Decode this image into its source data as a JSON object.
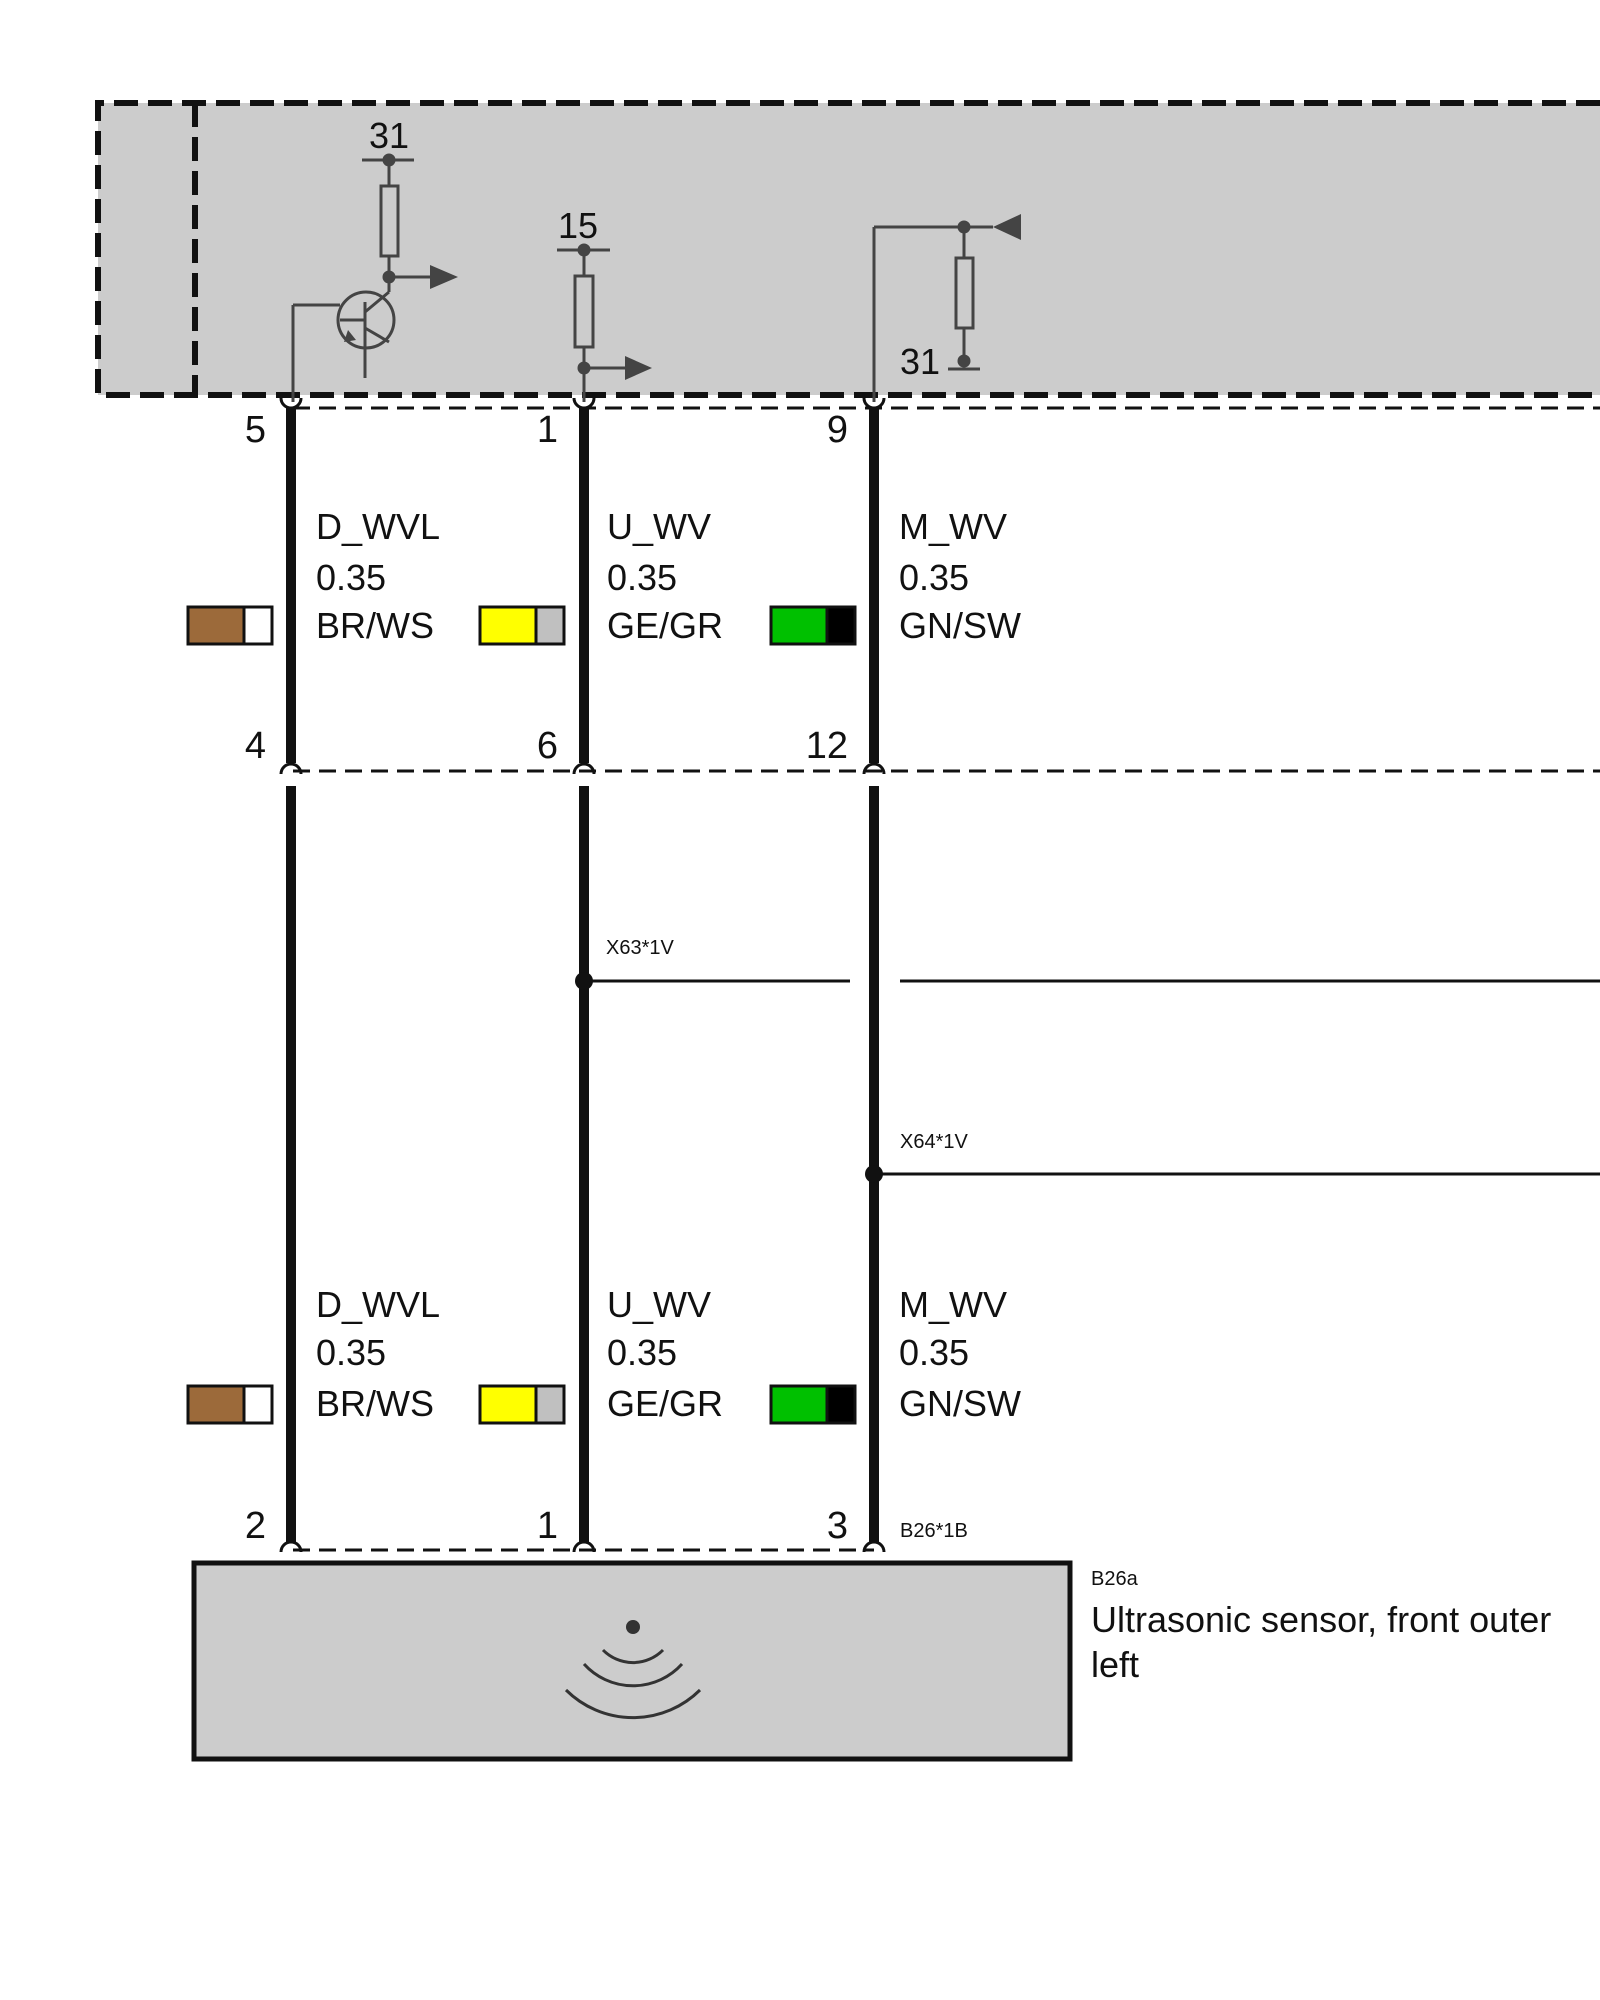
{
  "control_unit": {
    "supply_top_left": "31",
    "supply_mid": "15",
    "ground_right": "31"
  },
  "connector_upper": {
    "pins": [
      "5",
      "1",
      "9"
    ]
  },
  "connector_middle": {
    "pins": [
      "4",
      "6",
      "12"
    ]
  },
  "connector_lower": {
    "pins": [
      "2",
      "1",
      "3"
    ],
    "label": "B26*1B"
  },
  "wires_upper": [
    {
      "signal": "D_WVL",
      "size": "0.35",
      "color_code": "BR/WS",
      "colors": [
        "#9c6a3a",
        "#ffffff"
      ]
    },
    {
      "signal": "U_WV",
      "size": "0.35",
      "color_code": "GE/GR",
      "colors": [
        "#ffff00",
        "#c0c0c0"
      ]
    },
    {
      "signal": "M_WV",
      "size": "0.35",
      "color_code": "GN/SW",
      "colors": [
        "#00c000",
        "#000000"
      ]
    }
  ],
  "wires_lower": [
    {
      "signal": "D_WVL",
      "size": "0.35",
      "color_code": "BR/WS",
      "colors": [
        "#9c6a3a",
        "#ffffff"
      ]
    },
    {
      "signal": "U_WV",
      "size": "0.35",
      "color_code": "GE/GR",
      "colors": [
        "#ffff00",
        "#c0c0c0"
      ]
    },
    {
      "signal": "M_WV",
      "size": "0.35",
      "color_code": "GN/SW",
      "colors": [
        "#00c000",
        "#000000"
      ]
    }
  ],
  "splices": {
    "u_wv": "X63*1V",
    "m_wv": "X64*1V"
  },
  "component": {
    "code": "B26a",
    "name_line1": "Ultrasonic sensor, front outer",
    "name_line2": "left"
  },
  "colors": {
    "module_fill": "#cccccc",
    "line": "#111111",
    "symbol": "#444444"
  }
}
